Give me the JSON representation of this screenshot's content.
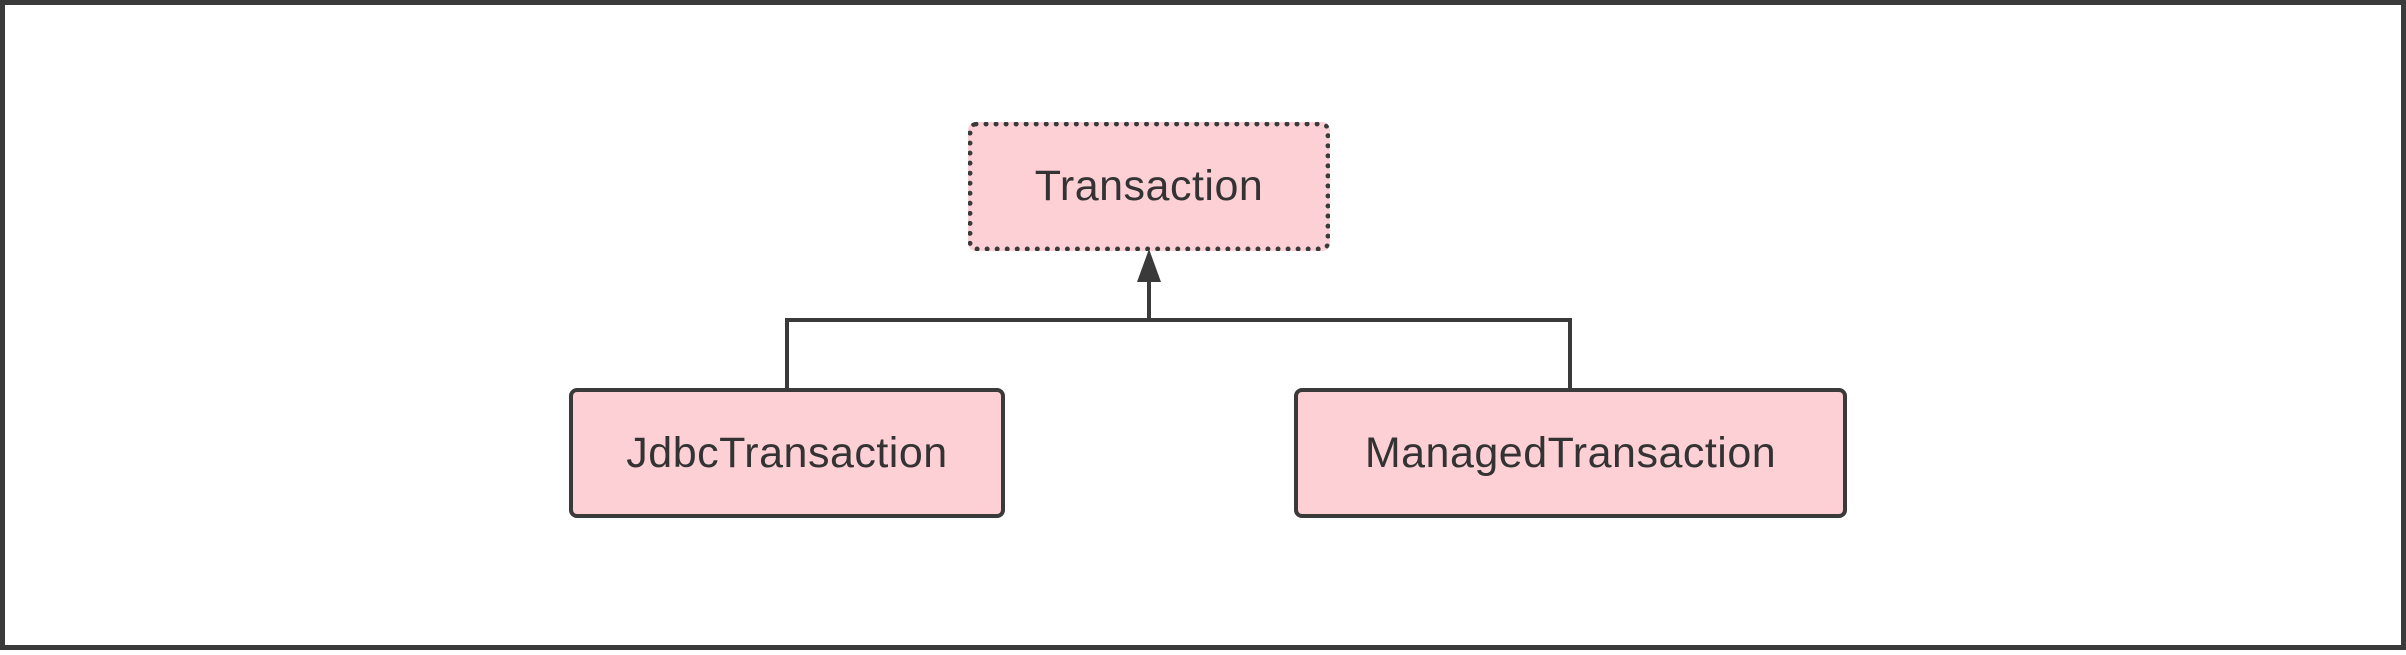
{
  "diagram": {
    "type": "class-hierarchy",
    "nodes": {
      "parent": {
        "label": "Transaction",
        "kind": "interface"
      },
      "children": [
        {
          "label": "JdbcTransaction",
          "kind": "implementation"
        },
        {
          "label": "ManagedTransaction",
          "kind": "implementation"
        }
      ]
    },
    "relationships": [
      {
        "from": "JdbcTransaction",
        "to": "Transaction",
        "type": "implements"
      },
      {
        "from": "ManagedTransaction",
        "to": "Transaction",
        "type": "implements"
      }
    ],
    "colors": {
      "node_fill": "#fdd0d5",
      "stroke": "#3a3a3a",
      "text": "#333333",
      "background": "#ffffff"
    }
  }
}
